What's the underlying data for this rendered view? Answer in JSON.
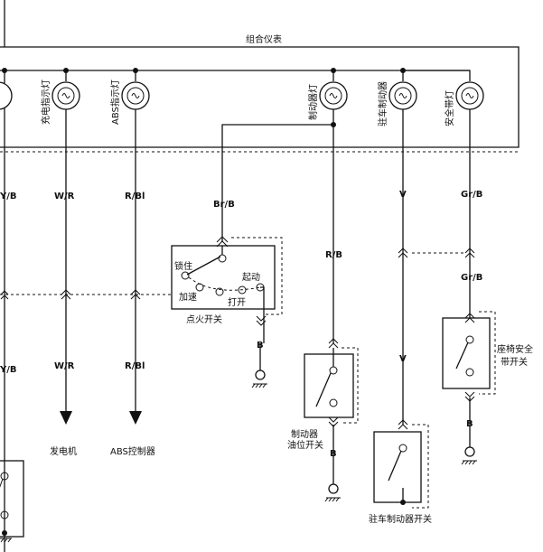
{
  "cluster": {
    "title": "组合仪表"
  },
  "lamps": [
    {
      "id": "charge",
      "label": "充电指示灯"
    },
    {
      "id": "abs",
      "label": "ABS指示灯"
    },
    {
      "id": "brake",
      "label": "制动器灯"
    },
    {
      "id": "parking",
      "label": "驻车制动器"
    },
    {
      "id": "seatbelt",
      "label": "安全带灯"
    }
  ],
  "wires": {
    "left_a": "Y/B",
    "left_b": "Y/B",
    "charge_a": "W/R",
    "charge_b": "W/R",
    "abs_a": "R/Bl",
    "abs_b": "R/Bl",
    "brake_top": "Br/B",
    "ign_out": "B",
    "brake_fluid_a": "R/B",
    "brake_fluid_gnd": "B",
    "parking_a": "V",
    "parking_b": "V",
    "seatbelt_a": "Gr/B",
    "seatbelt_b": "Gr/B",
    "seatbelt_gnd": "B"
  },
  "ignition": {
    "name": "点火开关",
    "lock": "锁住",
    "start": "起动",
    "acc": "加速",
    "on": "打开"
  },
  "switches": {
    "brake_fluid": [
      "制动器",
      "油位开关"
    ],
    "parking": "驻车制动器开关",
    "seatbelt": [
      "座椅安全",
      "带开关"
    ]
  },
  "terminals": {
    "generator": "发电机",
    "abs_controller": "ABS控制器"
  }
}
